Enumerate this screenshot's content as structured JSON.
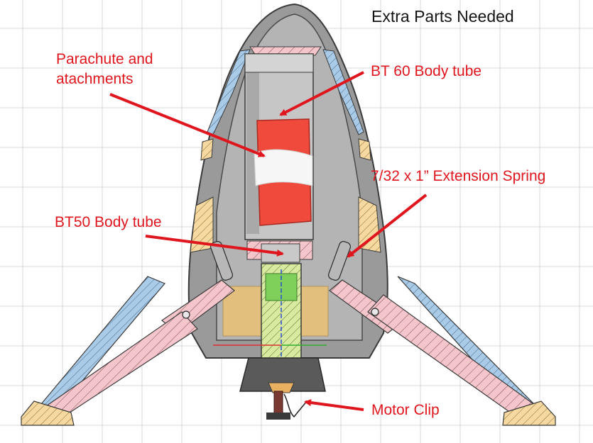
{
  "header": {
    "title": "Extra Parts Needed"
  },
  "callouts": {
    "parachute": "Parachute and\natachments",
    "bt60": "BT 60 Body tube",
    "spring": "7/32 x 1” Extension Spring",
    "bt50": "BT50 Body tube",
    "motor_clip": "Motor Clip"
  },
  "colors": {
    "callout_text": "#e0161e",
    "arrow": "#e0161e",
    "title_text": "#141414",
    "grid": "#d8d8d8",
    "hull": "#8a8a8a",
    "leg_fill": "#f4c6cc",
    "hatch_blue": "#a9cbe8",
    "hatch_yellow": "#f5d9a0",
    "parachute": "#f04a3c",
    "motor_green": "#7fd05a"
  }
}
